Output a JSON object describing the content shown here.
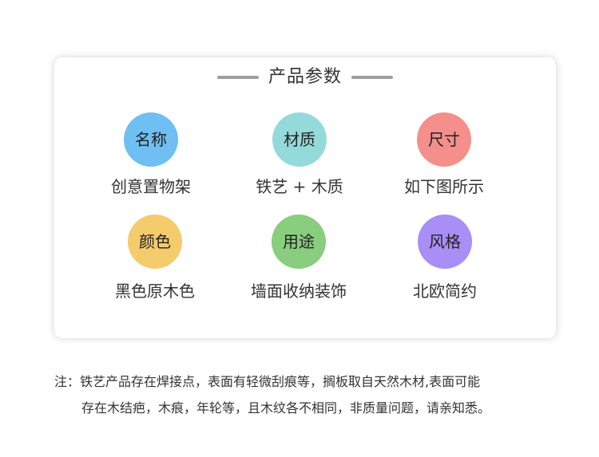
{
  "card": {
    "title": "产品参数"
  },
  "params": [
    {
      "label": "名称",
      "value": "创意置物架",
      "color": "#6fbff3"
    },
    {
      "label": "材质",
      "value": "铁艺 + 木质",
      "color": "#95dada"
    },
    {
      "label": "尺寸",
      "value": "如下图所示",
      "color": "#f48f8b"
    },
    {
      "label": "颜色",
      "value": "黑色原木色",
      "color": "#f4cc6c"
    },
    {
      "label": "用途",
      "value": "墙面收纳装饰",
      "color": "#89cd7f"
    },
    {
      "label": "风格",
      "value": "北欧简约",
      "color": "#a98ef5"
    }
  ],
  "note": {
    "line1": "注：铁艺产品存在焊接点，表面有轻微刮痕等，搁板取自天然木材,表面可能",
    "line2": "存在木结疤，木痕，年轮等，且木纹各不相同，非质量问题，请亲知悉。"
  }
}
